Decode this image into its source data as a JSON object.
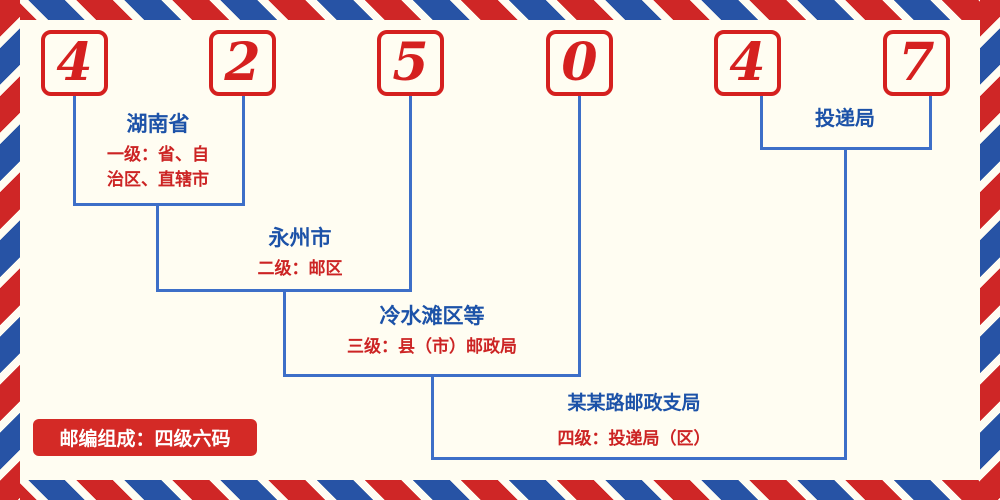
{
  "code": {
    "digits": [
      "4",
      "2",
      "5",
      "0",
      "4",
      "7"
    ]
  },
  "labels": {
    "level1": {
      "name": "湖南省",
      "desc_line1": "一级：省、自",
      "desc_line2": "治区、直辖市"
    },
    "level2": {
      "name": "永州市",
      "desc": "二级：邮区"
    },
    "level3": {
      "name": "冷水滩区等",
      "desc": "三级：县（市）邮政局"
    },
    "level4": {
      "name": "某某路邮政支局",
      "desc": "四级：投递局（区）"
    },
    "delivery": {
      "name": "投递局"
    }
  },
  "badge": {
    "text": "邮编组成：四级六码"
  },
  "colors": {
    "digit_red": "#d5201f",
    "line_blue": "#3d6fc8",
    "label_blue": "#1c52a8",
    "desc_red": "#cc2424",
    "badge_red": "#d42a26",
    "stripe_red": "#cf2626",
    "stripe_blue": "#2753a5",
    "background": "#fffdf2"
  }
}
